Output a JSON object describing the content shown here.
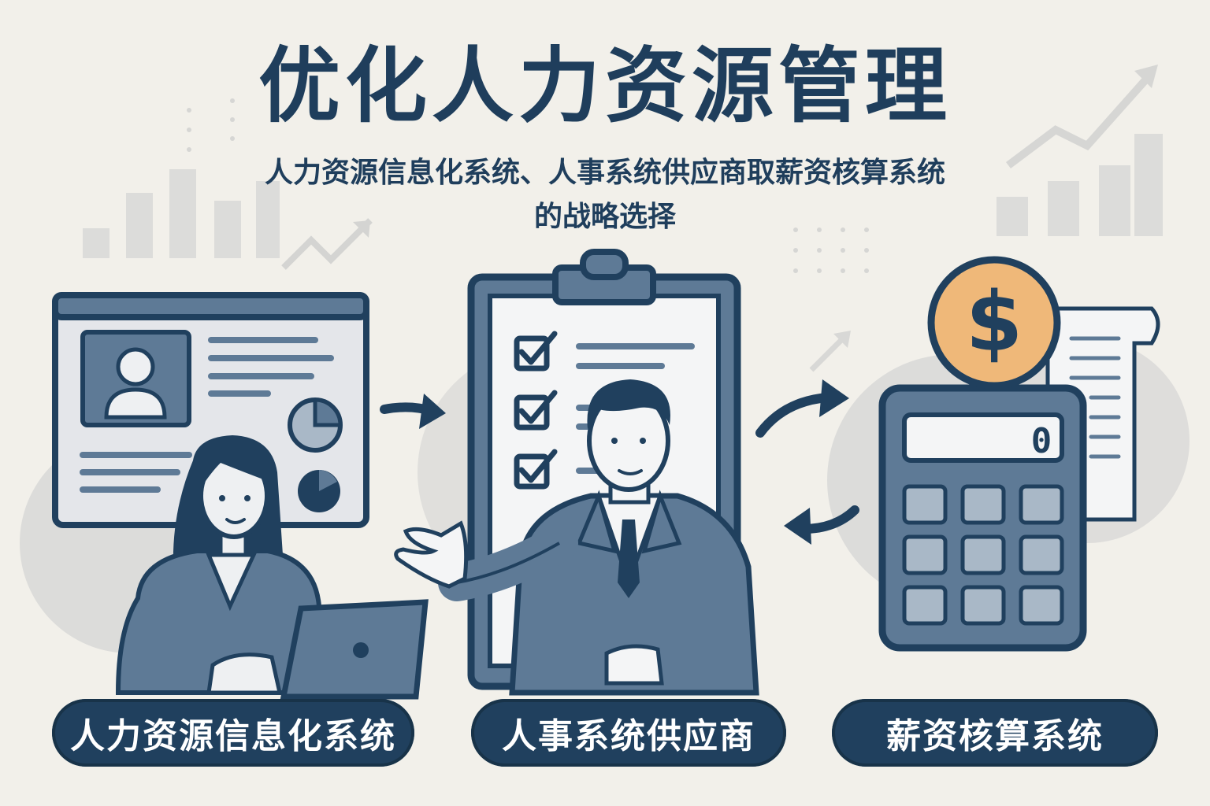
{
  "title": "优化人力资源管理",
  "subtitle_line1": "人力资源信息化系统、人事系统供应商取薪资核算系统",
  "subtitle_line2": "的战略选择",
  "labels": {
    "hris": "人力资源信息化系统",
    "vendor": "人事系统供应商",
    "payroll": "薪资核算系统"
  },
  "calculator_display": "0",
  "coin_symbol": "$",
  "colors": {
    "background": "#f2f0ea",
    "navy": "#20405e",
    "steel": "#5e7a96",
    "light_steel": "#a9b8c7",
    "gold": "#efb879",
    "decor_gray": "#d8d8d6"
  }
}
